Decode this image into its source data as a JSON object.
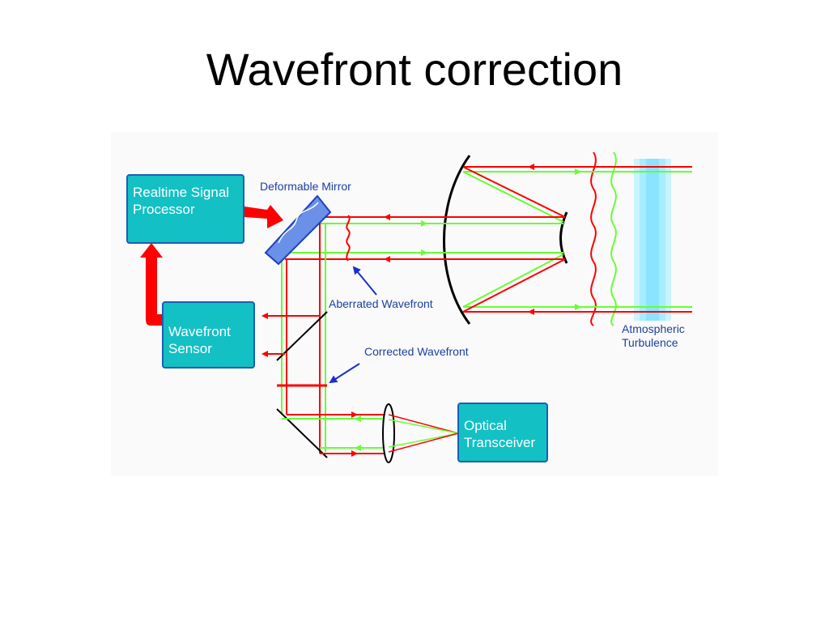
{
  "slide": {
    "title": "Wavefront correction"
  },
  "diagram": {
    "boxes": {
      "signal_processor": [
        "Realtime Signal",
        "Processor"
      ],
      "wavefront_sensor": [
        "Wavefront",
        "Sensor"
      ],
      "optical_transceiver": [
        "Optical",
        "Transceiver"
      ]
    },
    "labels": {
      "deformable_mirror": "Deformable Mirror",
      "aberrated_wavefront": "Aberrated Wavefront",
      "corrected_wavefront": "Corrected Wavefront",
      "atmospheric_turbulence": [
        "Atmospheric",
        "Turbulence"
      ]
    },
    "colors": {
      "box_fill": "#13c0c4",
      "box_border": "#1a5fb4",
      "red_beam": "#ff0000",
      "green_beam": "#66ff33",
      "label_text": "#1a3fa0",
      "annotation_arrow": "#1a2fd0",
      "turbulence": "#a8ecff"
    }
  }
}
